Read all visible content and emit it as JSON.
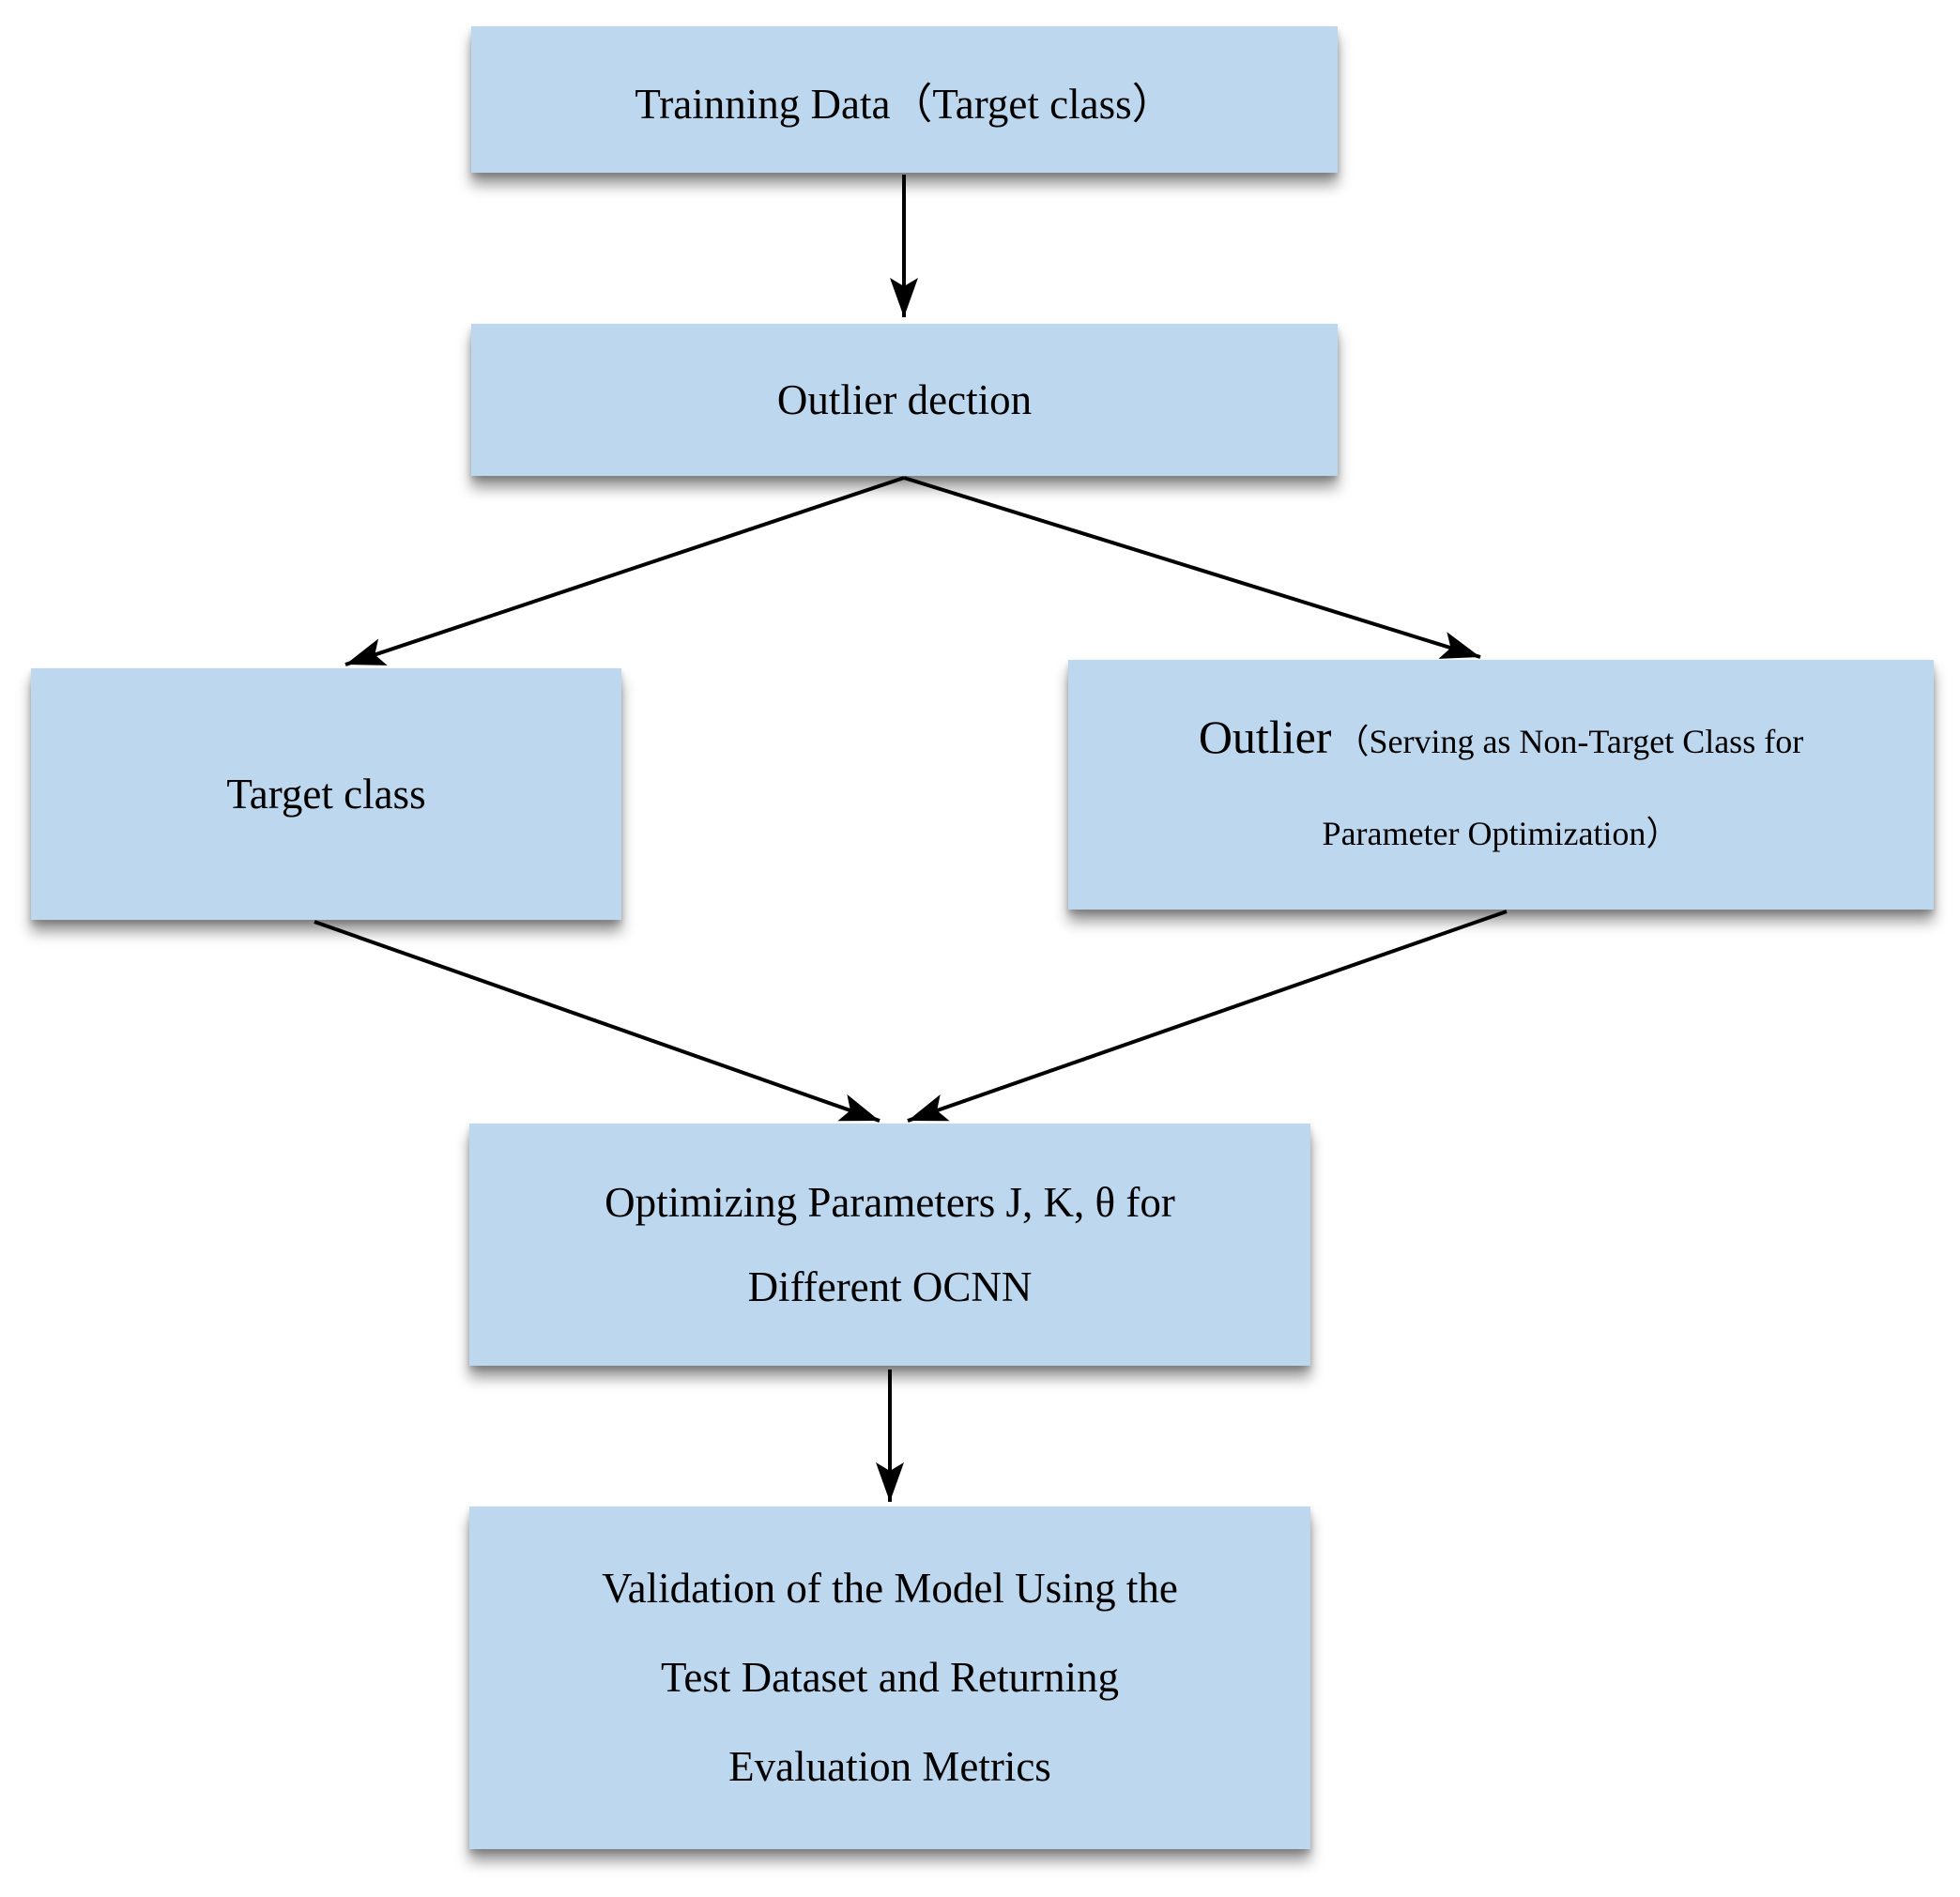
{
  "diagram": {
    "type": "flowchart",
    "nodes": {
      "training": {
        "label": "Trainning Data（Target class）"
      },
      "outlier_detection": {
        "label": "Outlier dection"
      },
      "target_class": {
        "label": "Target class"
      },
      "outlier": {
        "label_main": "Outlier",
        "label_paren_line1": "（Serving as Non-Target Class for",
        "label_paren_line2": "Parameter Optimization）"
      },
      "optimizing": {
        "line1": "Optimizing Parameters J, K, θ for",
        "line2": "Different OCNN"
      },
      "validation": {
        "line1": "Validation of the Model Using the",
        "line2": "Test Dataset and Returning",
        "line3": "Evaluation Metrics"
      }
    },
    "edges": [
      {
        "from": "training",
        "to": "outlier_detection"
      },
      {
        "from": "outlier_detection",
        "to": "target_class"
      },
      {
        "from": "outlier_detection",
        "to": "outlier"
      },
      {
        "from": "target_class",
        "to": "optimizing"
      },
      {
        "from": "outlier",
        "to": "optimizing"
      },
      {
        "from": "optimizing",
        "to": "validation"
      }
    ]
  },
  "colors": {
    "node_fill": "#BDD7EE",
    "arrow": "#000000",
    "text": "#000000",
    "background": "#FFFFFF"
  }
}
